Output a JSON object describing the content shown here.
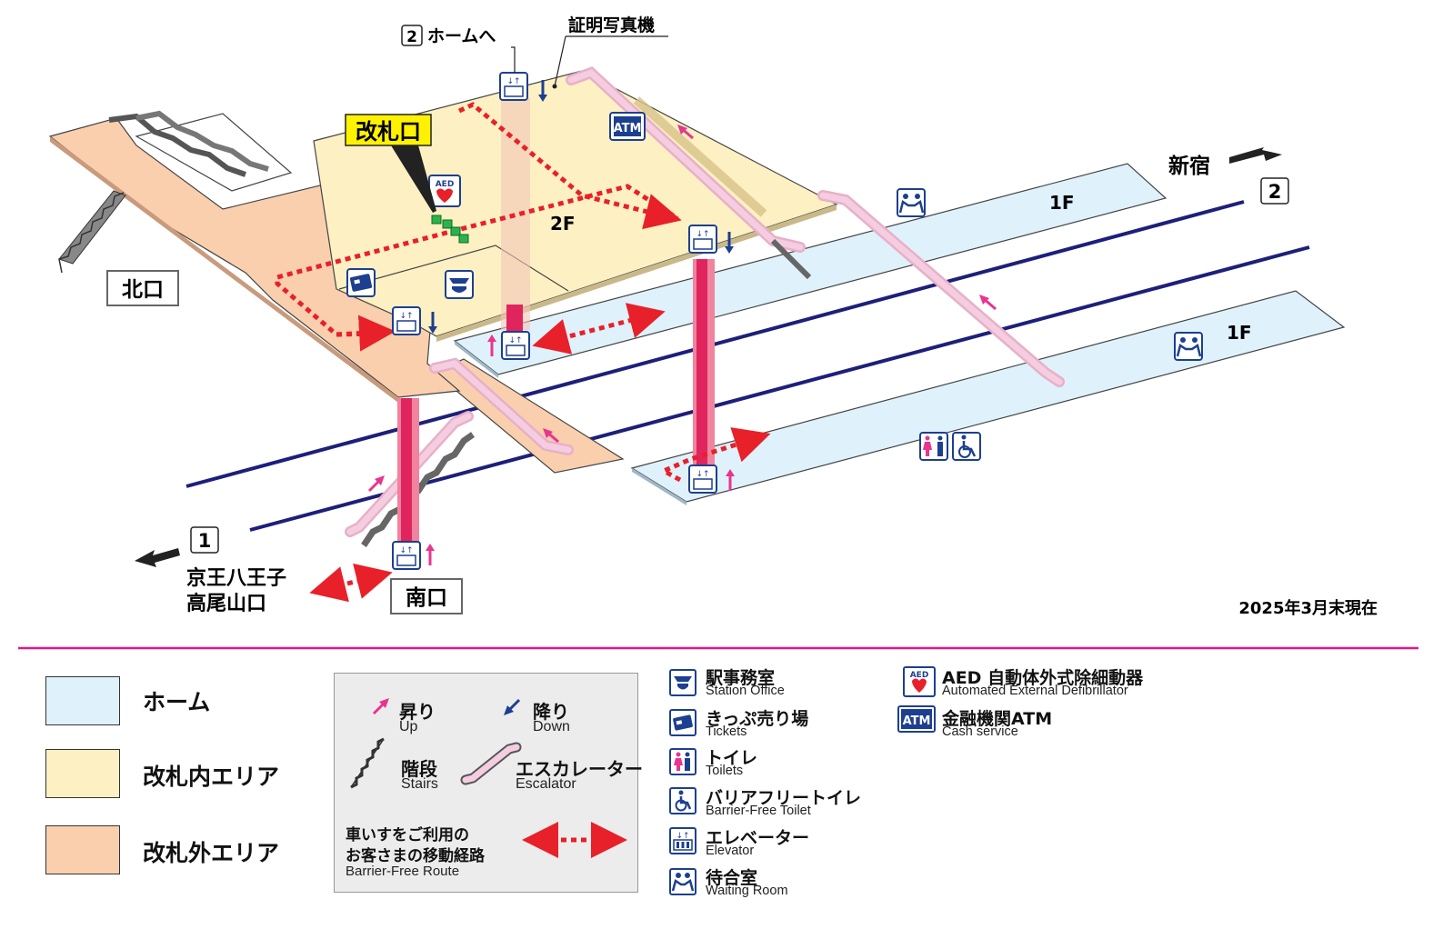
{
  "map": {
    "to_platform": {
      "num": "2",
      "text": "ホームへ"
    },
    "photo_booth": "証明写真機",
    "gate_label": "改札口",
    "floor_2f": "2F",
    "floor_1f_upper": "1F",
    "floor_1f_lower": "1F",
    "north_exit": "北口",
    "south_exit": "南口",
    "dir_shinjuku": {
      "num": "2",
      "text": "新宿"
    },
    "dir_hachioji": {
      "num": "1",
      "line1": "京王八王子",
      "line2": "高尾山口"
    },
    "date_note": "2025年3月末現在",
    "atm_icon_text": "ATM",
    "aed_icon_text": "AED"
  },
  "legend": {
    "areas": [
      {
        "label": "ホーム",
        "color": "#dff1fb"
      },
      {
        "label": "改札内エリア",
        "color": "#fdf0c2"
      },
      {
        "label": "改札外エリア",
        "color": "#f9cfae"
      }
    ],
    "up": {
      "ja": "昇り",
      "en": "Up"
    },
    "down": {
      "ja": "降り",
      "en": "Down"
    },
    "stairs": {
      "ja": "階段",
      "en": "Stairs"
    },
    "escalator": {
      "ja": "エスカレーター",
      "en": "Escalator"
    },
    "route": {
      "line1": "車いすをご利用の",
      "line2": "お客さまの移動経路",
      "en": "Barrier-Free Route"
    },
    "facilities": [
      {
        "icon": "station-office-icon",
        "ja": "駅事務室",
        "en": "Station Office"
      },
      {
        "icon": "ticket-icon",
        "ja": "きっぷ売り場",
        "en": "Tickets"
      },
      {
        "icon": "toilet-icon",
        "ja": "トイレ",
        "en": "Toilets"
      },
      {
        "icon": "wheelchair-icon",
        "ja": "バリアフリートイレ",
        "en": "Barrier-Free Toilet"
      },
      {
        "icon": "elevator-icon",
        "ja": "エレベーター",
        "en": "Elevator"
      },
      {
        "icon": "waiting-room-icon",
        "ja": "待合室",
        "en": "Waiting Room"
      }
    ],
    "aed": {
      "ja": "AED 自動体外式除細動器",
      "en": "Automated External Defibrillator"
    },
    "atm": {
      "ja": "金融機関ATM",
      "en": "Cash service"
    }
  },
  "colors": {
    "platform": "#dff1fb",
    "inside_gate": "#fdf0c2",
    "outside_gate": "#f9cfae",
    "track": "#1d1f7a",
    "route": "#e8202a",
    "elevator_shaft": "#e0245e",
    "icon_blue": "#1d3f8f",
    "divider": "#e0188a",
    "up_arrow": "#e8358f",
    "down_arrow": "#1d3f8f"
  }
}
